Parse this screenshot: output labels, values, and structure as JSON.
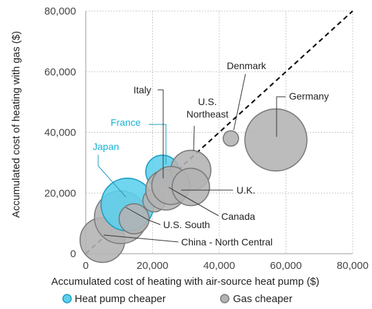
{
  "colors": {
    "heat_pump_fill": "#5ccfec",
    "heat_pump_stroke": "#1a9cc0",
    "gas_fill": "#b3b3b3",
    "gas_stroke": "#7a7a7a",
    "label_heat_pump": "#1ab2d4",
    "label_gas": "#222222",
    "grid": "#c8c8c8",
    "parity_line": "#111111"
  },
  "chart_data": {
    "type": "scatter",
    "title": "",
    "xlabel": "Accumulated cost of heating with air-source heat pump ($)",
    "ylabel": "Accumulated cost of heating with gas ($)",
    "xlim": [
      0,
      80000
    ],
    "ylim": [
      0,
      80000
    ],
    "x_ticks": [
      0,
      20000,
      40000,
      60000,
      80000
    ],
    "y_ticks": [
      0,
      20000,
      40000,
      60000,
      80000
    ],
    "x_tick_labels": [
      "0",
      "20,000",
      "40,000",
      "60,000",
      "80,000"
    ],
    "y_tick_labels": [
      "0",
      "20,000",
      "40,000",
      "60,000",
      "80,000"
    ],
    "grid": true,
    "parity_line": true,
    "legend": [
      {
        "label": "Heat pump cheaper",
        "group": "heat_pump"
      },
      {
        "label": "Gas cheaper",
        "group": "gas"
      }
    ],
    "points": [
      {
        "label": "China - North Central",
        "x": 5000,
        "y": 4500,
        "size": 6700,
        "group": "gas",
        "label_text": "China - North Central"
      },
      {
        "label": "U.S. South",
        "x": 10500,
        "y": 12000,
        "size": 7900,
        "group": "gas",
        "label_text": "U.S. South"
      },
      {
        "label": "Japan",
        "x": 12500,
        "y": 16200,
        "size": 7900,
        "group": "heat_pump",
        "label_text": "Japan"
      },
      {
        "label": "",
        "x": 14500,
        "y": 11500,
        "size": 4500,
        "group": "gas",
        "label_text": ""
      },
      {
        "label": "",
        "x": 20500,
        "y": 17500,
        "size": 3400,
        "group": "gas",
        "label_text": ""
      },
      {
        "label": "France",
        "x": 23000,
        "y": 27000,
        "size": 5000,
        "group": "heat_pump",
        "label_text": "France"
      },
      {
        "label": "Italy",
        "x": 24000,
        "y": 21000,
        "size": 6000,
        "group": "gas",
        "label_text": "Italy"
      },
      {
        "label": "U.S. Northeast",
        "x": 31500,
        "y": 27500,
        "size": 6000,
        "group": "gas",
        "label_text": "U.S.\nNortheast"
      },
      {
        "label": "Canada",
        "x": 25500,
        "y": 22500,
        "size": 5700,
        "group": "gas",
        "label_text": "Canada"
      },
      {
        "label": "U.K.",
        "x": 31500,
        "y": 22000,
        "size": 5600,
        "group": "gas",
        "label_text": "U.K."
      },
      {
        "label": "Denmark",
        "x": 43500,
        "y": 38000,
        "size": 2300,
        "group": "gas",
        "label_text": "Denmark"
      },
      {
        "label": "Germany",
        "x": 57000,
        "y": 37500,
        "size": 9300,
        "group": "gas",
        "label_text": "Germany"
      }
    ]
  }
}
